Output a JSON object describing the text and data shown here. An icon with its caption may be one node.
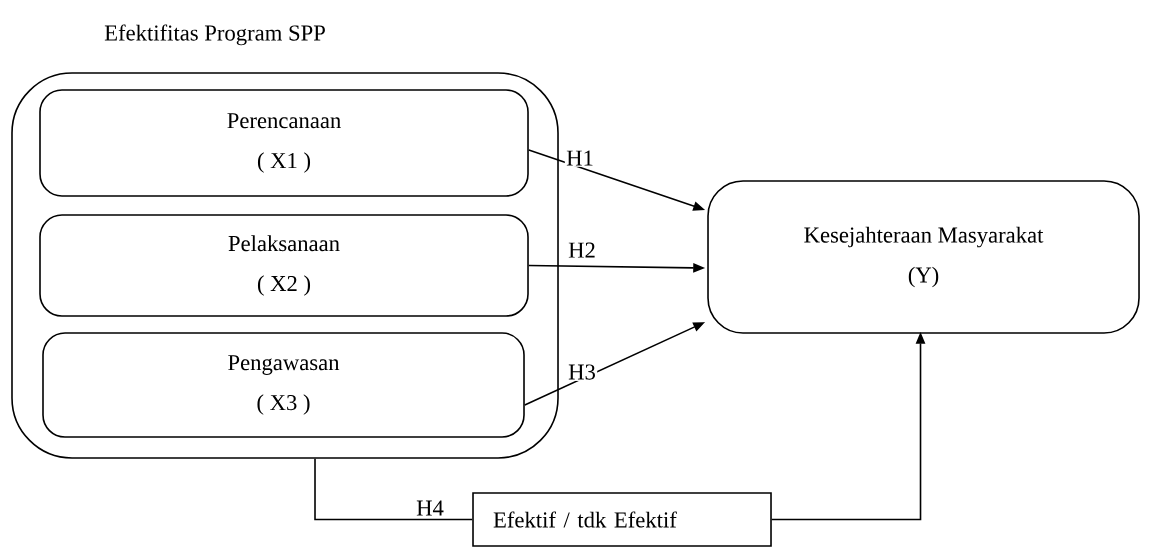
{
  "diagram": {
    "nodes": [
      {
        "text": [
          "Efektifitas Program SPP"
        ]
      },
      {
        "text": [
          "Perencanaan",
          "( X1 )"
        ],
        "in": 0
      },
      {
        "text": [
          "Pelaksanaan",
          "( X2 )"
        ],
        "in": 0
      },
      {
        "text": [
          "Pengawasan",
          "( X3 )"
        ],
        "in": 0
      },
      {
        "text": [
          "Kesejahteraan Masyarakat",
          "(Y)"
        ]
      },
      {
        "text": [
          "Efektif / tdk Efektif"
        ]
      }
    ],
    "edges": [
      {
        "from": 1,
        "to": 4,
        "arrow": "to",
        "label": "H1"
      },
      {
        "from": 2,
        "to": 4,
        "arrow": "to",
        "label": "H2"
      },
      {
        "from": 3,
        "to": 4,
        "arrow": "to",
        "label": "H3"
      },
      {
        "from": 0,
        "to": 5,
        "arrow": "none",
        "label": "H4"
      },
      {
        "from": 5,
        "to": 4,
        "arrow": "to"
      }
    ]
  }
}
